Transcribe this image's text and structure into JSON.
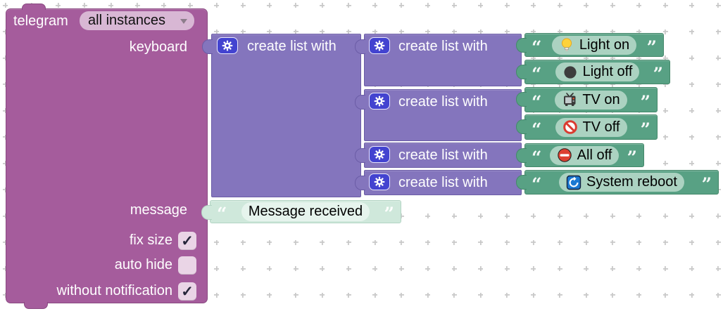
{
  "telegram_block": {
    "title": "telegram",
    "instance_selector": {
      "value": "all instances"
    },
    "rows": {
      "keyboard": "keyboard",
      "message": "message",
      "fix_size": "fix size",
      "auto_hide": "auto hide",
      "without_notification": "without notification"
    },
    "checkbox_states": {
      "fix_size": "✓",
      "auto_hide": "",
      "without_notification": "✓"
    }
  },
  "list_label": "create list with",
  "quotes": {
    "open": "“",
    "close": "”"
  },
  "keyboard_items": [
    {
      "icon": "light-bulb-icon",
      "label": "Light on"
    },
    {
      "icon": "black-circle-icon",
      "label": "Light off"
    },
    {
      "icon": "tv-icon",
      "label": "TV on"
    },
    {
      "icon": "prohibited-icon",
      "label": "TV off"
    },
    {
      "icon": "no-entry-icon",
      "label": "All off"
    },
    {
      "icon": "reboot-icon",
      "label": "System reboot"
    }
  ],
  "message_value": "Message received",
  "colors": {
    "telegram_block": "#a55c9c",
    "telegram_border": "#8a4a82",
    "list_block": "#8475bd",
    "list_border": "#6b5ca6",
    "string_block": "#58a184",
    "string_border": "#44886a",
    "string_field": "#abd2c1",
    "shadow_block": "#cfe8db",
    "shadow_field": "#e6f4ed",
    "gear_badge": "#4343d0",
    "dropdown_bg": "#d8b7d4",
    "checkbox_bg": "#ead5e6",
    "grid_dot": "#c9c9c9"
  }
}
